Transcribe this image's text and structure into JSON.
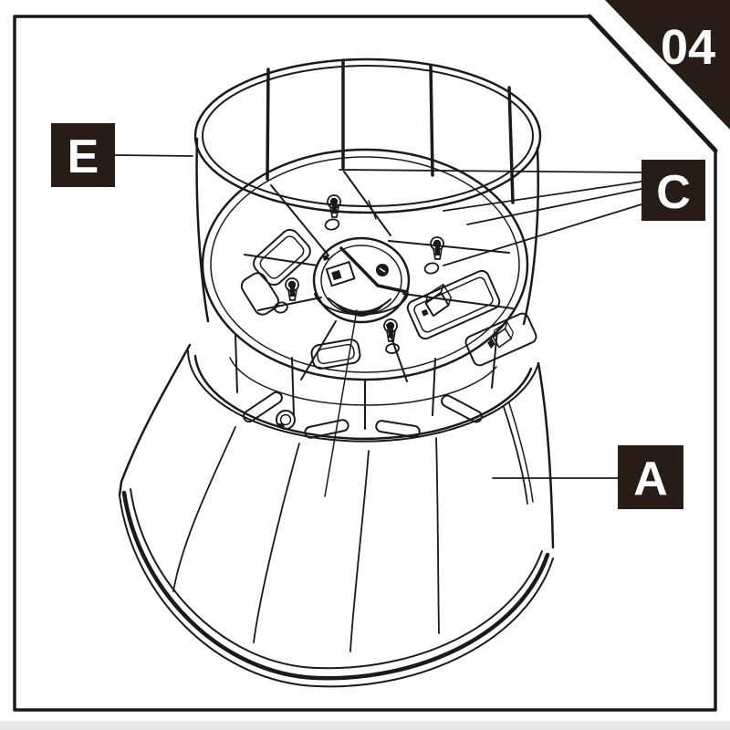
{
  "page": {
    "step_number": "04"
  },
  "callouts": {
    "e": {
      "label": "E"
    },
    "c": {
      "label": "C"
    },
    "a": {
      "label": "A"
    }
  },
  "colors": {
    "line": "#1a1a1a",
    "label_bg": "#271d16",
    "label_text": "#ffffff",
    "paper": "#ffffff",
    "footer_bar": "#e9e8e8"
  }
}
